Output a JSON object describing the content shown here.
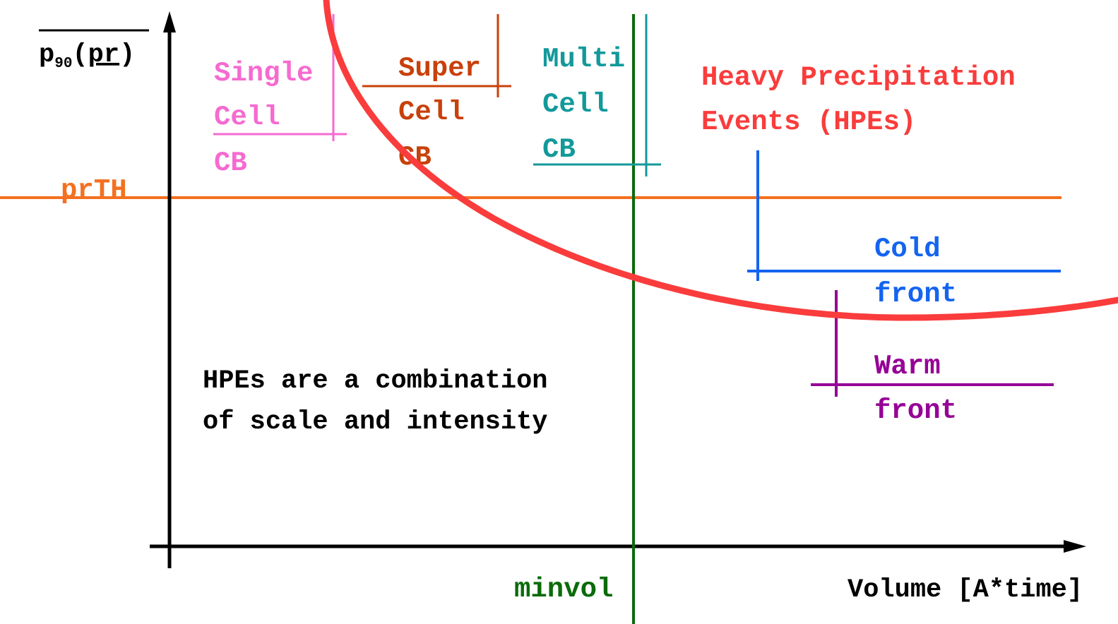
{
  "y_axis": {
    "label_main": "p",
    "label_sub": "90",
    "label_open": "(",
    "label_var": "pr",
    "label_close": ")"
  },
  "x_axis": {
    "label": "Volume [A*time]"
  },
  "thresholds": {
    "intensity": {
      "label": "prTH",
      "color": "#f47020"
    },
    "volume": {
      "label": "minvol",
      "color": "#0a6b0a"
    }
  },
  "categories": {
    "single_cell": {
      "lines": [
        "Single",
        "Cell",
        "CB"
      ],
      "color": "#f66ad0"
    },
    "super_cell": {
      "lines": [
        "Super",
        "Cell",
        "CB"
      ],
      "color": "#c8400a"
    },
    "multi_cell": {
      "lines": [
        "Multi",
        "Cell",
        "CB"
      ],
      "color": "#12999a"
    },
    "cold_front": {
      "lines": [
        "Cold",
        "front"
      ],
      "color": "#1464f0"
    },
    "warm_front": {
      "lines": [
        "Warm",
        "front"
      ],
      "color": "#960096"
    }
  },
  "hpe_region": {
    "lines": [
      "Heavy Precipitation",
      "Events (HPEs)"
    ],
    "color": "#fa3c3c"
  },
  "note": {
    "lines": [
      "HPEs are a combination",
      "of scale and intensity"
    ]
  }
}
